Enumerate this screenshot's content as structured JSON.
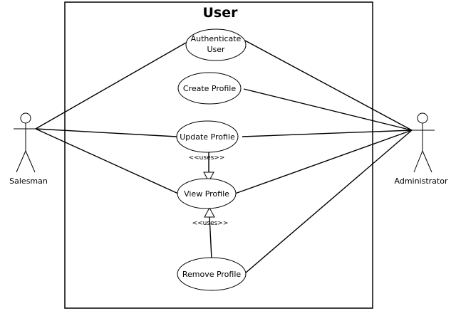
{
  "system": {
    "title": "User"
  },
  "actors": {
    "salesman": {
      "label": "Salesman"
    },
    "administrator": {
      "label": "Administrator"
    }
  },
  "use_cases": {
    "authenticate_user": {
      "line1": "Authenticate",
      "line2": "User"
    },
    "create_profile": {
      "label": "Create Profile"
    },
    "update_profile": {
      "label": "Update Profile"
    },
    "view_profile": {
      "label": "View Profile"
    },
    "remove_profile": {
      "label": "Remove Profile"
    }
  },
  "relations": {
    "update_uses_view": {
      "stereotype": "<<uses>>"
    },
    "remove_uses_view": {
      "stereotype": "<<uses>>"
    }
  }
}
